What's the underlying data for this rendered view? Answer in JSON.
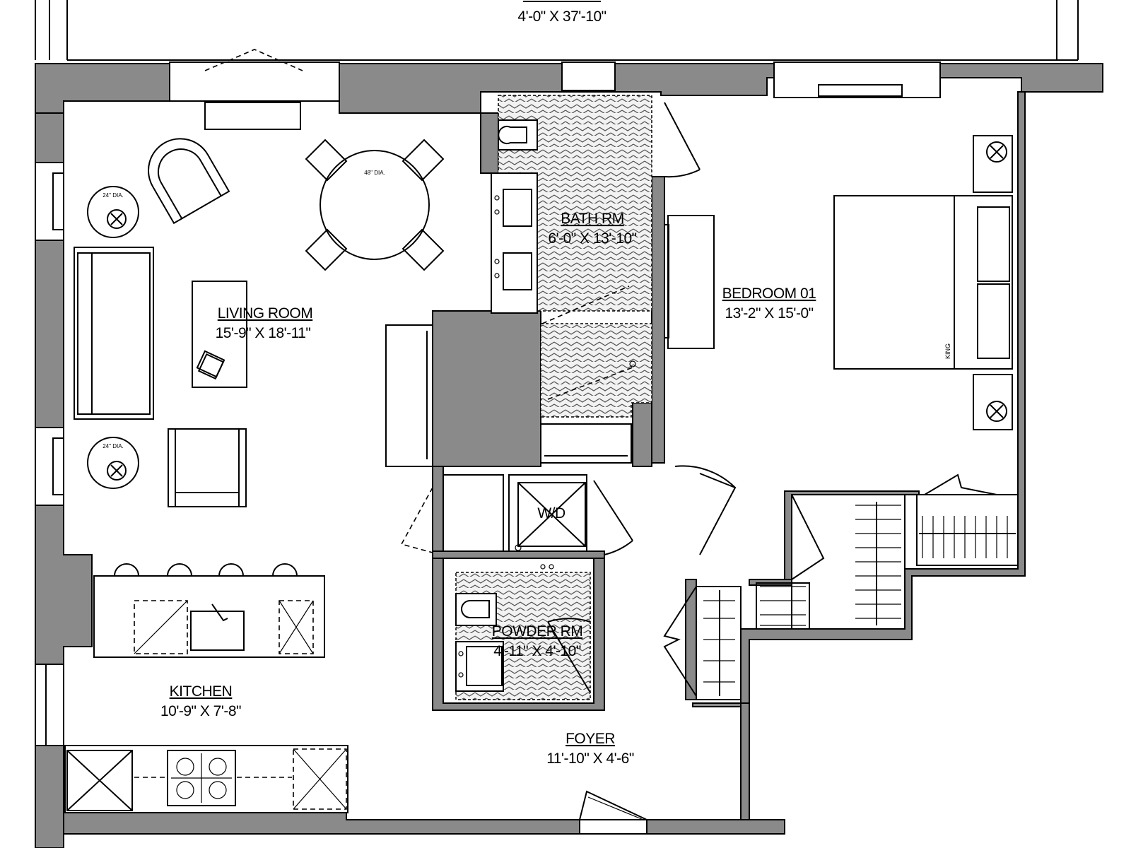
{
  "balcony": {
    "dimension": "4'-0\" X 37'-10\""
  },
  "rooms": {
    "living": {
      "name": "LIVING ROOM",
      "dimension": "15'-9\" X 18'-11\""
    },
    "bath": {
      "name": "BATH RM",
      "dimension": "6'-0\" X 13'-10\""
    },
    "bedroom": {
      "name": "BEDROOM 01",
      "dimension": "13'-2\" X 15'-0\""
    },
    "kitchen": {
      "name": "KITCHEN",
      "dimension": "10'-9\" X 7'-8\""
    },
    "powder": {
      "name": "POWDER RM",
      "dimension": "4'-11\" X 4'-10\""
    },
    "foyer": {
      "name": "FOYER",
      "dimension": "11'-10\" X 4'-6\""
    }
  },
  "fixtures": {
    "washer_dryer": "W/D",
    "dining_table": "48\" DIA.",
    "side_table_1": "24\" DIA.",
    "side_table_2": "24\" DIA.",
    "bed": "KING"
  },
  "colors": {
    "wall": "#8a8a8a",
    "line": "#000000",
    "background": "#ffffff"
  }
}
